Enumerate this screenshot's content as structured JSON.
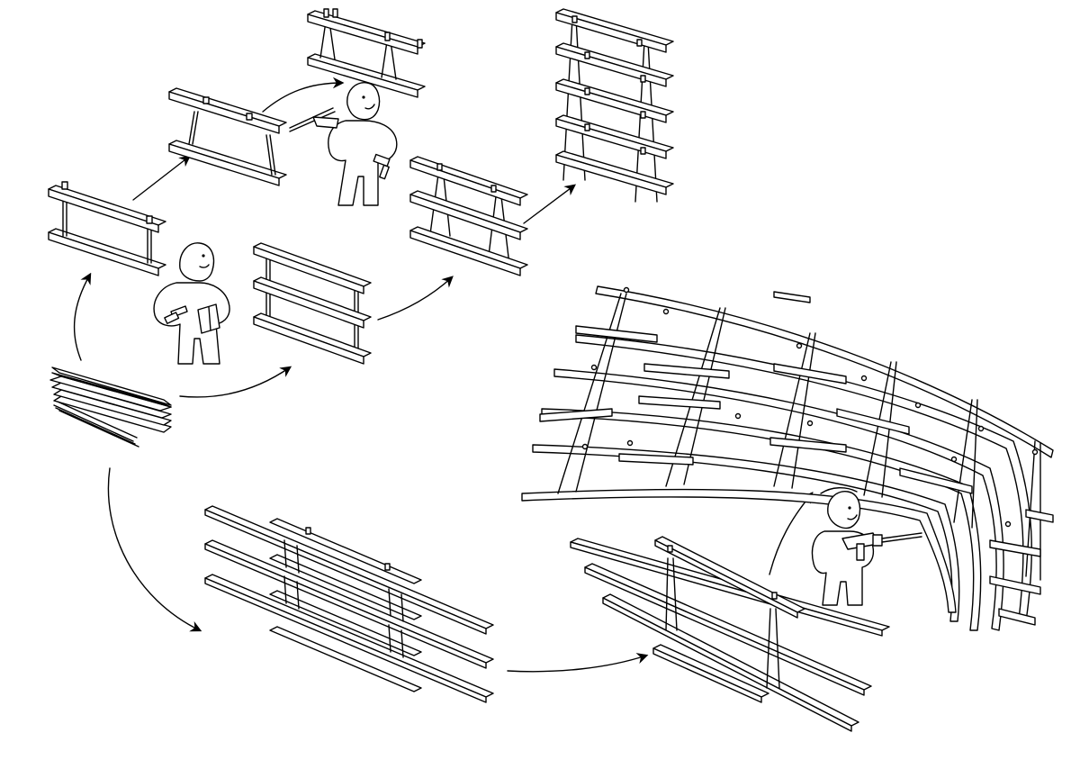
{
  "diagram": {
    "style": "line-drawing",
    "colors": {
      "background": "#ffffff",
      "ink": "#000000"
    },
    "elements": [
      "stack-of-planks-and-rods",
      "single-shelf",
      "shelf-with-angled-legs",
      "triple-shelf-upright",
      "triple-shelf-angled",
      "five-shelf-tower",
      "long-planks-stack",
      "planks-being-drilled",
      "curved-shelf-arch",
      "figure-reading-manual",
      "figure-with-hammer",
      "figure-with-drill"
    ]
  }
}
